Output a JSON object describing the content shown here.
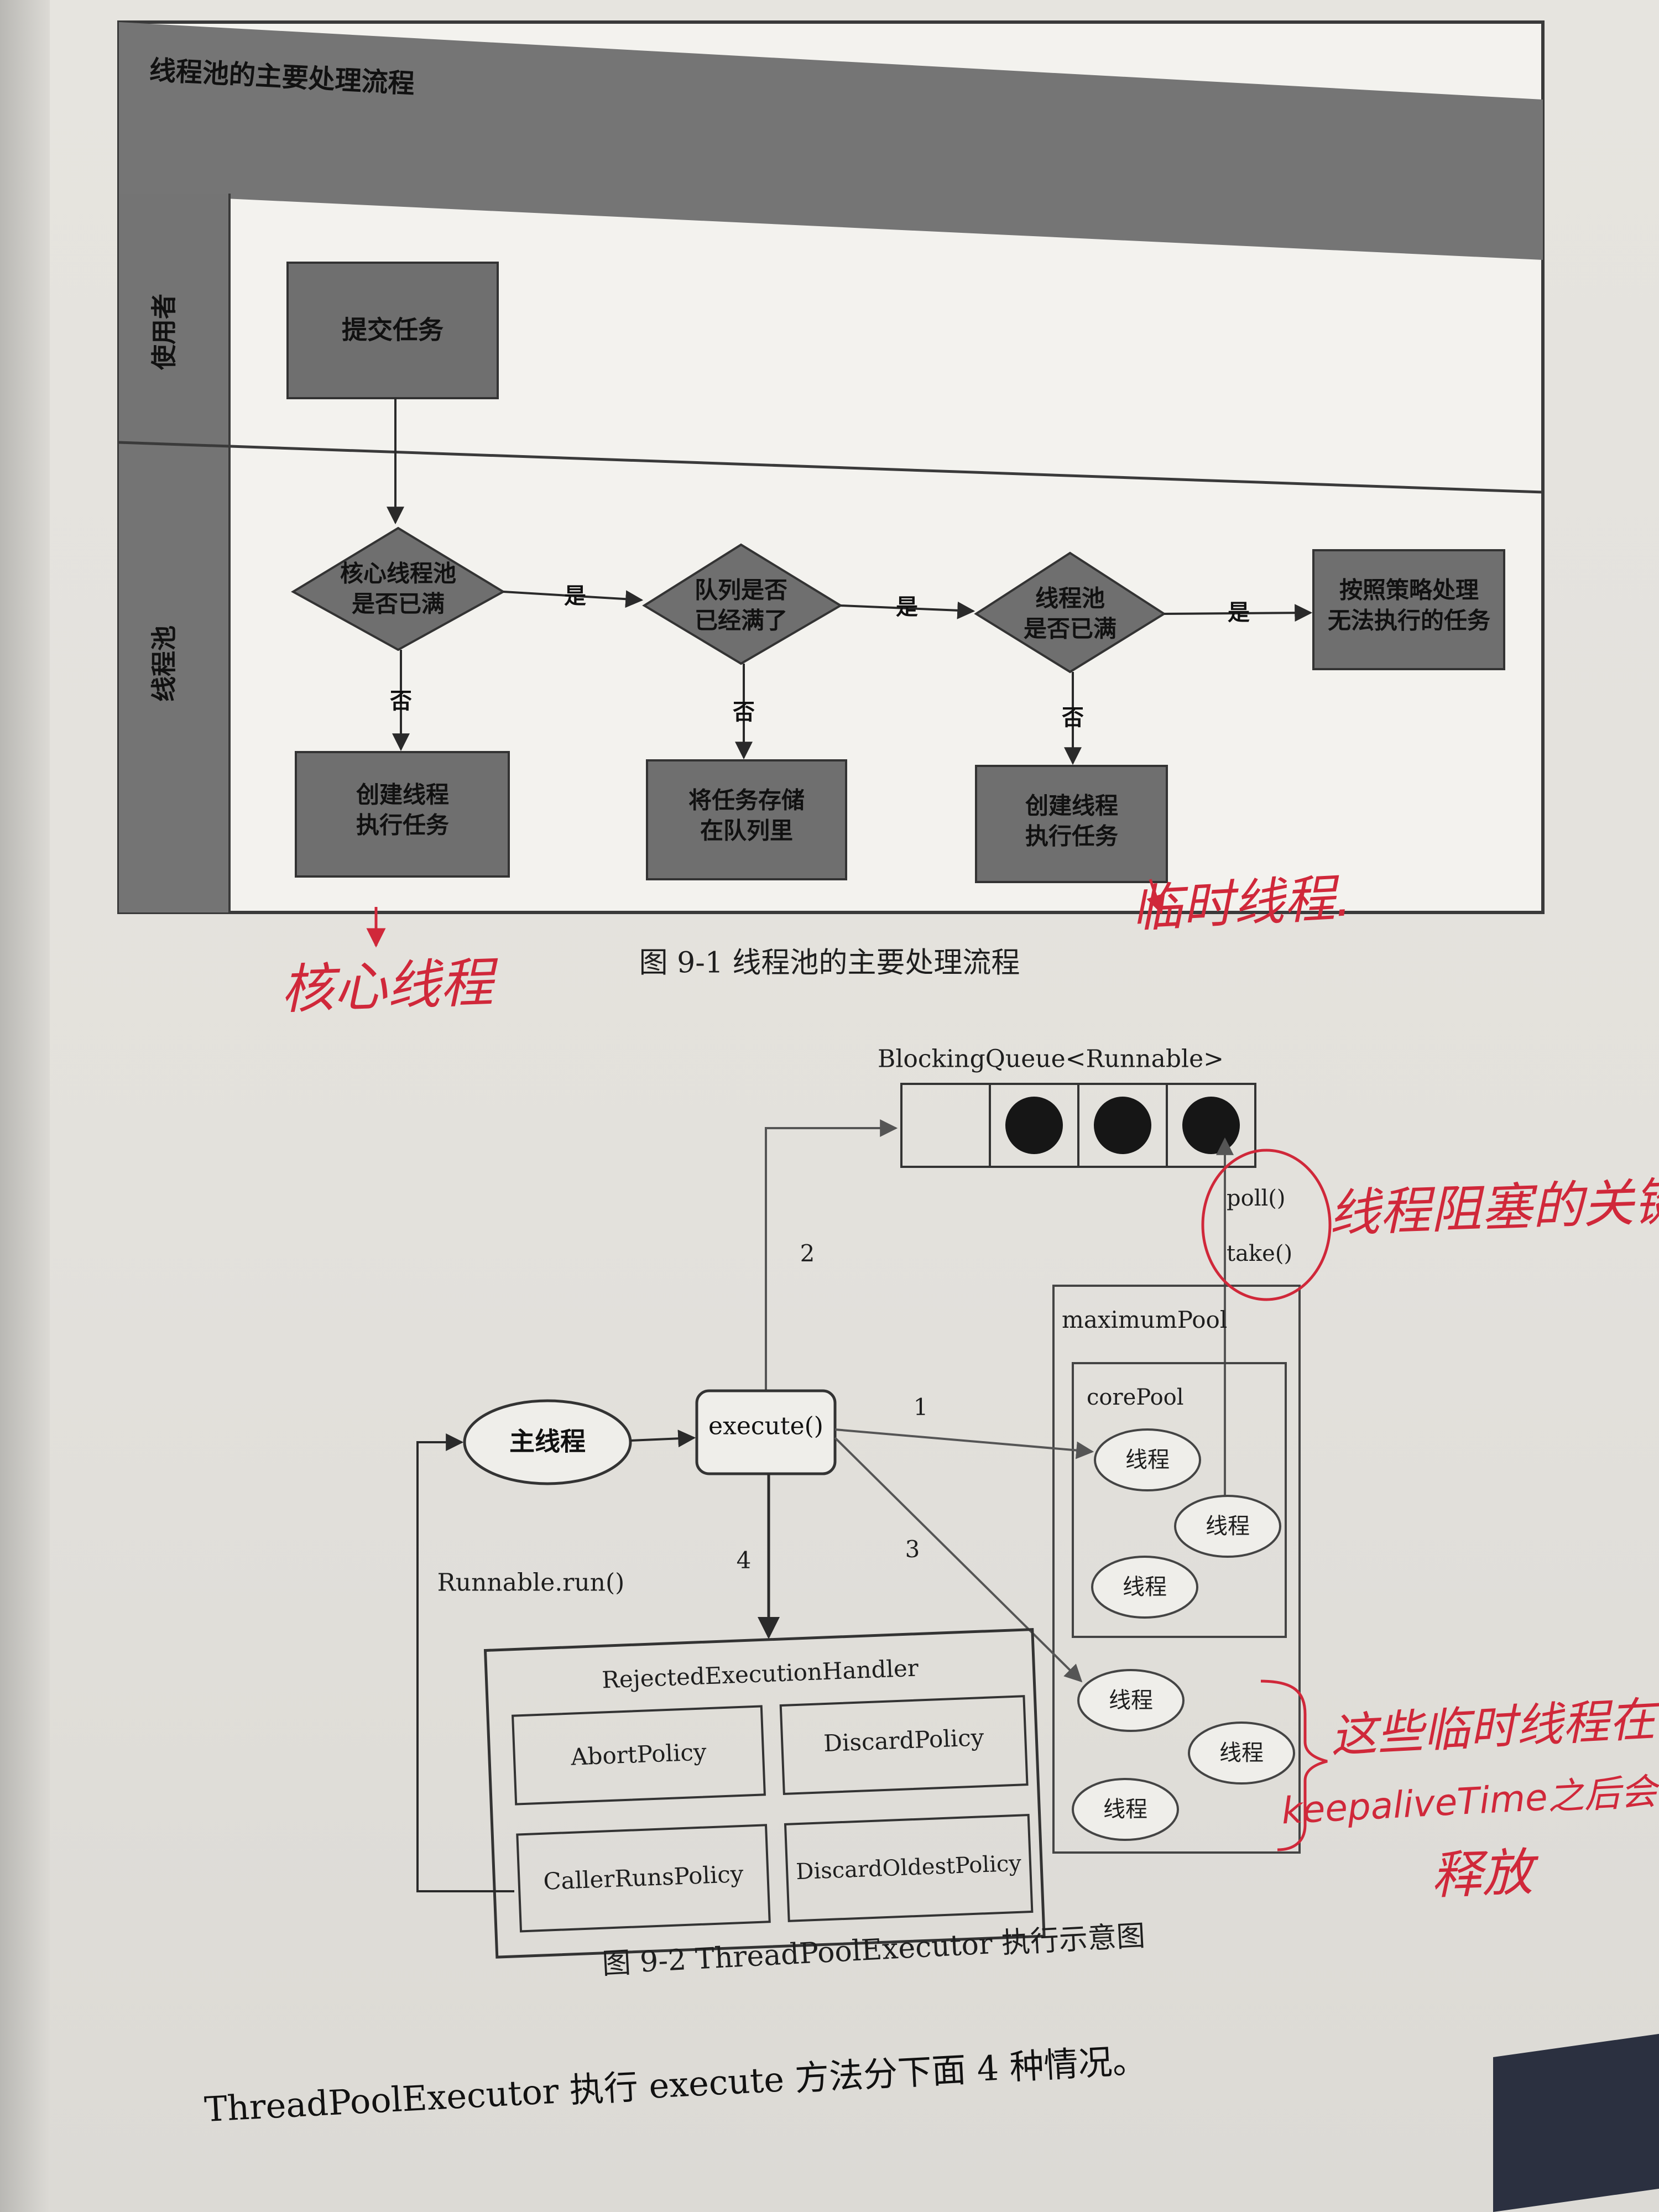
{
  "figure1": {
    "panel_title": "线程池的主要处理流程",
    "lane_user": "使用者",
    "lane_pool": "线程池",
    "submit": "提交任务",
    "decision_core": [
      "核心线程池",
      "是否已满"
    ],
    "decision_queue": [
      "队列是否",
      "已经满了"
    ],
    "decision_pool": [
      "线程池",
      "是否已满"
    ],
    "action_reject": [
      "按照策略处理",
      "无法执行的任务"
    ],
    "action_create_core": [
      "创建线程",
      "执行任务"
    ],
    "action_store_queue": [
      "将任务存储",
      "在队列里"
    ],
    "action_create_temp": [
      "创建线程",
      "执行任务"
    ],
    "yes": "是",
    "no": "否",
    "caption": "图 9-1   线程池的主要处理流程"
  },
  "figure2": {
    "queue_label": "BlockingQueue<Runnable>",
    "poll": "poll()",
    "take": "take()",
    "maximum_pool": "maximumPool",
    "core_pool": "corePool",
    "thread": "线程",
    "main_thread": "主线程",
    "execute": "execute()",
    "runnable_run": "Runnable.run()",
    "handler_title": "RejectedExecutionHandler",
    "policies": [
      "AbortPolicy",
      "DiscardPolicy",
      "CallerRunsPolicy",
      "DiscardOldestPolicy"
    ],
    "arrow_labels": [
      "1",
      "2",
      "3",
      "4"
    ],
    "caption": "图 9-2    ThreadPoolExecutor 执行示意图"
  },
  "annotations": {
    "core_thread": "核心线程",
    "temp_thread": "临时线程.",
    "blocking_key": "线程阻塞的关键",
    "release_note": [
      "这些临时线程在",
      "keepaliveTime之后会被",
      "释放"
    ]
  },
  "body_text": "ThreadPoolExecutor 执行 execute 方法分下面 4 种情况。",
  "colors": {
    "box_fill": "#6f6f6f",
    "band_fill": "#717171",
    "ink": "#1e1e1e",
    "annotation_red": "#d0283a"
  }
}
